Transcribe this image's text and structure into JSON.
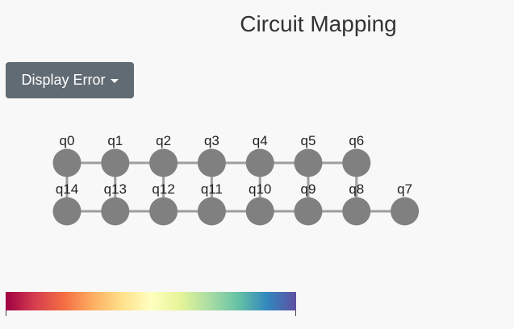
{
  "title": "Circuit Mapping",
  "dropdown": {
    "label": "Display Error",
    "icon": "caret-down-icon"
  },
  "colors": {
    "button_bg": "#616b73",
    "qubit_fill": "#808080",
    "link": "#9e9e9e",
    "label": "#222222",
    "colorscale": [
      "#9e0142",
      "#d53e4f",
      "#f46d43",
      "#fdae61",
      "#fee08b",
      "#ffffbf",
      "#e6f598",
      "#abdda4",
      "#66c2a5",
      "#3288bd",
      "#5e4fa2"
    ]
  },
  "qubits": {
    "top_row": [
      "q0",
      "q1",
      "q2",
      "q3",
      "q4",
      "q5",
      "q6"
    ],
    "bottom_row": [
      "q14",
      "q13",
      "q12",
      "q11",
      "q10",
      "q9",
      "q8",
      "q7"
    ]
  },
  "couplings": [
    [
      "q0",
      "q1"
    ],
    [
      "q1",
      "q2"
    ],
    [
      "q2",
      "q3"
    ],
    [
      "q3",
      "q4"
    ],
    [
      "q4",
      "q5"
    ],
    [
      "q5",
      "q6"
    ],
    [
      "q14",
      "q13"
    ],
    [
      "q13",
      "q12"
    ],
    [
      "q12",
      "q11"
    ],
    [
      "q11",
      "q10"
    ],
    [
      "q10",
      "q9"
    ],
    [
      "q9",
      "q8"
    ],
    [
      "q8",
      "q7"
    ],
    [
      "q0",
      "q14"
    ],
    [
      "q1",
      "q13"
    ],
    [
      "q2",
      "q12"
    ],
    [
      "q3",
      "q11"
    ],
    [
      "q4",
      "q10"
    ],
    [
      "q5",
      "q9"
    ],
    [
      "q6",
      "q8"
    ]
  ]
}
